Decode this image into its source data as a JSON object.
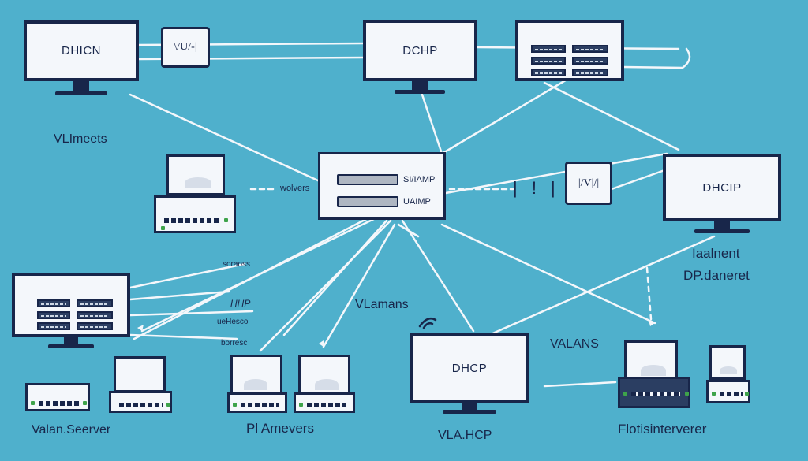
{
  "monitors": {
    "top_left": "DHICN",
    "top_middle": "DCHP",
    "right": "DHCIP",
    "bottom_center": "DHCP"
  },
  "tags": {
    "top": "\\/U/-|",
    "right": "|/V|/|"
  },
  "hub": {
    "line1": "SI/IAMP",
    "line2": "UAIMP"
  },
  "labels": {
    "vlimeets": "VLImeets",
    "wolvers": "wolvers",
    "laalnent": "Iaalnent",
    "dpdaneret": "DP.daneret",
    "vlamans": "VLamans",
    "valans": "VALANS",
    "small1": "soraoss",
    "small2": "HHP",
    "small3": "ueHesco",
    "small4": "borresc",
    "valan_server": "Valan.Seerver",
    "pl_amevers": "Pl Amevers",
    "vlahcp": "VLA.HCP",
    "flotisinterverer": "Flotisinterverer"
  },
  "colors": {
    "background": "#4fb0cc",
    "ink": "#18264a",
    "screen": "#f4f7fb",
    "port_led": "#3ea34a"
  }
}
